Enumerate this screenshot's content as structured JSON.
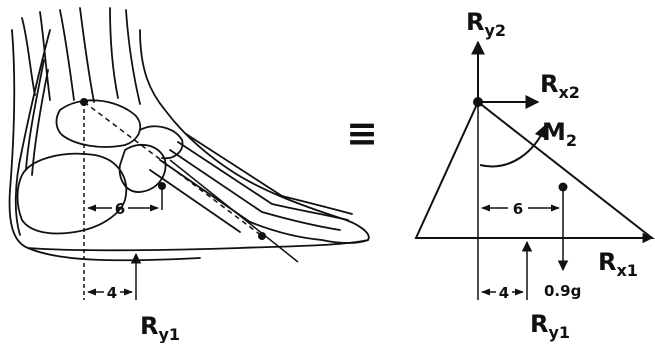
{
  "left_figure": {
    "dimension_upper": "6",
    "dimension_lower": "4",
    "force_label_main": "R",
    "force_label_sub": "y1"
  },
  "equivalence_symbol": "≡",
  "right_figure": {
    "ry2_main": "R",
    "ry2_sub": "y2",
    "rx2_main": "R",
    "rx2_sub": "x2",
    "m2_main": "M",
    "m2_sub": "2",
    "rx1_main": "R",
    "rx1_sub": "x1",
    "ry1_main": "R",
    "ry1_sub": "y1",
    "dimension_upper": "6",
    "dimension_lower": "4",
    "weight_label": "0.9g"
  }
}
